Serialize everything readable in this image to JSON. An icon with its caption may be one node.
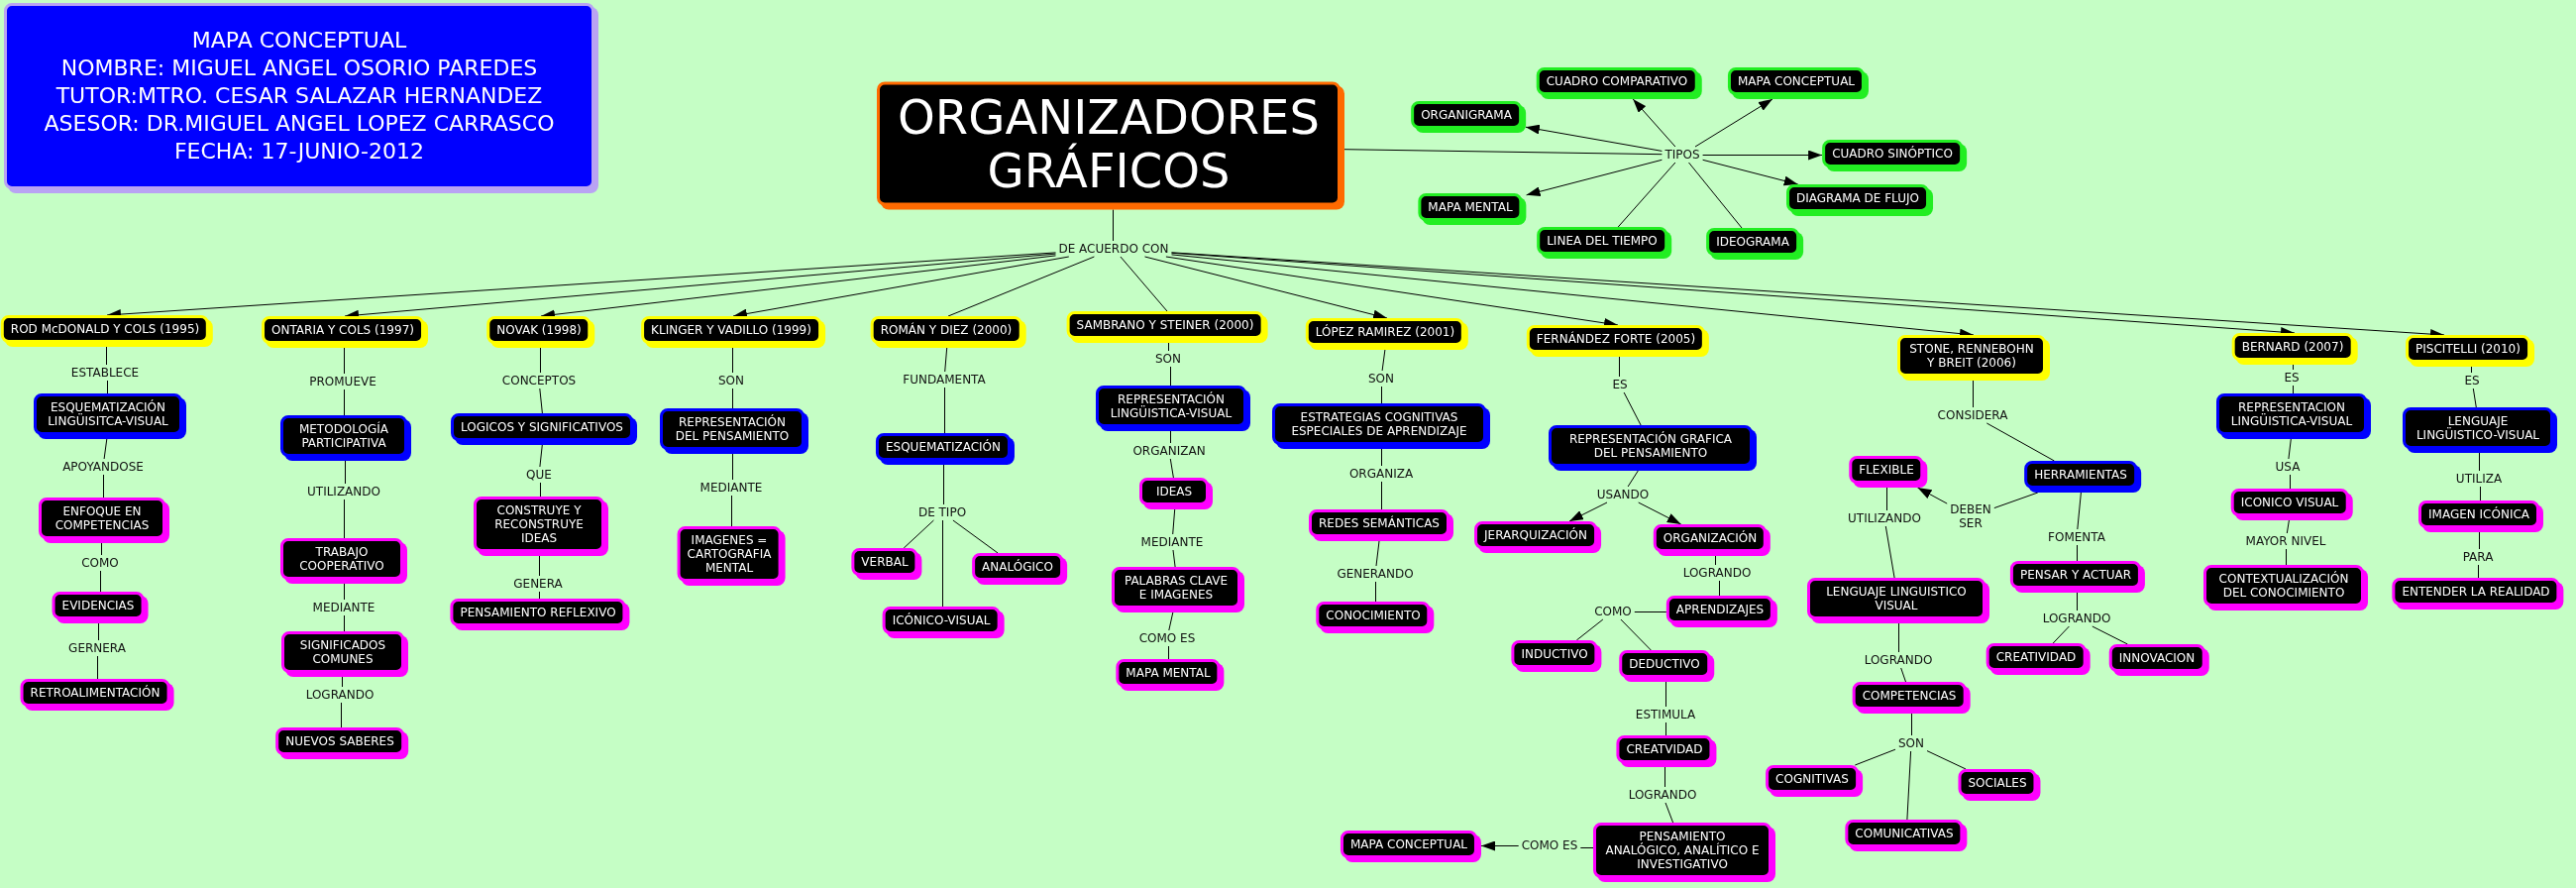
{
  "diagram": {
    "nodes": [
      {
        "text": [
          "MAPA CONCEPTUAL",
          "NOMBRE: MIGUEL ANGEL OSORIO PAREDES",
          "TUTOR:MTRO. CESAR SALAZAR HERNANDEZ",
          "ASESOR: DR.MIGUEL ANGEL LOPEZ CARRASCO",
          "FECHA: 17-JUNIO-2012"
        ]
      },
      {
        "text": [
          "ORGANIZADORES GRÁFICOS"
        ]
      },
      {
        "text": [
          "TIPOS"
        ]
      },
      {
        "text": [
          "CUADRO COMPARATIVO"
        ]
      },
      {
        "text": [
          "MAPA CONCEPTUAL"
        ]
      },
      {
        "text": [
          "ORGANIGRAMA"
        ]
      },
      {
        "text": [
          "CUADRO SINÓPTICO"
        ]
      },
      {
        "text": [
          "DIAGRAMA DE FLUJO"
        ]
      },
      {
        "text": [
          "MAPA MENTAL"
        ]
      },
      {
        "text": [
          "LINEA DEL TIEMPO"
        ]
      },
      {
        "text": [
          "IDEOGRAMA"
        ]
      },
      {
        "text": [
          "DE ACUERDO CON"
        ]
      },
      {
        "text": [
          "ROD McDONALD Y COLS (1995)"
        ]
      },
      {
        "text": [
          "ONTARIA Y COLS (1997)"
        ]
      },
      {
        "text": [
          "NOVAK (1998)"
        ]
      },
      {
        "text": [
          "KLINGER Y VADILLO (1999)"
        ]
      },
      {
        "text": [
          "ROMÁN Y DIEZ (2000)"
        ]
      },
      {
        "text": [
          "SAMBRANO Y STEINER (2000)"
        ]
      },
      {
        "text": [
          "LÓPEZ RAMIREZ (2001)"
        ]
      },
      {
        "text": [
          "FERNÁNDEZ FORTE (2005)"
        ]
      },
      {
        "text": [
          "STONE, RENNEBOHN Y BREIT (2006)"
        ]
      },
      {
        "text": [
          "BERNARD (2007)"
        ]
      },
      {
        "text": [
          "PISCITELLI (2010)"
        ]
      },
      {
        "text": [
          "ESTABLECE"
        ]
      },
      {
        "text": [
          "ESQUEMATIZACIÓN LINGÜISITCA-VISUAL"
        ]
      },
      {
        "text": [
          "APOYANDOSE"
        ]
      },
      {
        "text": [
          "ENFOQUE EN COMPETENCIAS"
        ]
      },
      {
        "text": [
          "COMO"
        ]
      },
      {
        "text": [
          "EVIDENCIAS"
        ]
      },
      {
        "text": [
          "GERNERA"
        ]
      },
      {
        "text": [
          "RETROALIMENTACIÓN"
        ]
      },
      {
        "text": [
          "PROMUEVE"
        ]
      },
      {
        "text": [
          "METODOLOGÍA PARTICIPATIVA"
        ]
      },
      {
        "text": [
          "UTILIZANDO"
        ]
      },
      {
        "text": [
          "TRABAJO COOPERATIVO"
        ]
      },
      {
        "text": [
          "MEDIANTE"
        ]
      },
      {
        "text": [
          "SIGNIFICADOS COMUNES"
        ]
      },
      {
        "text": [
          "LOGRANDO"
        ]
      },
      {
        "text": [
          "NUEVOS SABERES"
        ]
      },
      {
        "text": [
          "CONCEPTOS"
        ]
      },
      {
        "text": [
          "LOGICOS Y SIGNIFICATIVOS"
        ]
      },
      {
        "text": [
          "QUE"
        ]
      },
      {
        "text": [
          "CONSTRUYE Y RECONSTRUYE IDEAS"
        ]
      },
      {
        "text": [
          "GENERA"
        ]
      },
      {
        "text": [
          "PENSAMIENTO REFLEXIVO"
        ]
      },
      {
        "text": [
          "SON"
        ]
      },
      {
        "text": [
          "REPRESENTACIÓN DEL PENSAMIENTO"
        ]
      },
      {
        "text": [
          "MEDIANTE"
        ]
      },
      {
        "text": [
          "IMAGENES = CARTOGRAFIA MENTAL"
        ]
      },
      {
        "text": [
          "FUNDAMENTA"
        ]
      },
      {
        "text": [
          "ESQUEMATIZACIÓN"
        ]
      },
      {
        "text": [
          "DE TIPO"
        ]
      },
      {
        "text": [
          "VERBAL"
        ]
      },
      {
        "text": [
          "ANALÓGICO"
        ]
      },
      {
        "text": [
          "ICÓNICO-VISUAL"
        ]
      },
      {
        "text": [
          "SON"
        ]
      },
      {
        "text": [
          "REPRESENTACIÓN LINGÜISTICA-VISUAL"
        ]
      },
      {
        "text": [
          "ORGANIZAN"
        ]
      },
      {
        "text": [
          "IDEAS"
        ]
      },
      {
        "text": [
          "MEDIANTE"
        ]
      },
      {
        "text": [
          "PALABRAS CLAVE E IMAGENES"
        ]
      },
      {
        "text": [
          "COMO ES"
        ]
      },
      {
        "text": [
          "MAPA MENTAL"
        ]
      },
      {
        "text": [
          "SON"
        ]
      },
      {
        "text": [
          "ESTRATEGIAS COGNITIVAS ESPECIALES DE APRENDIZAJE"
        ]
      },
      {
        "text": [
          "ORGANIZA"
        ]
      },
      {
        "text": [
          "REDES SEMÁNTICAS"
        ]
      },
      {
        "text": [
          "GENERANDO"
        ]
      },
      {
        "text": [
          "CONOCIMIENTO"
        ]
      },
      {
        "text": [
          "ES"
        ]
      },
      {
        "text": [
          "REPRESENTACIÓN GRAFICA DEL PENSAMIENTO"
        ]
      },
      {
        "text": [
          "USANDO"
        ]
      },
      {
        "text": [
          "JERARQUIZACIÓN"
        ]
      },
      {
        "text": [
          "ORGANIZACIÓN"
        ]
      },
      {
        "text": [
          "LOGRANDO"
        ]
      },
      {
        "text": [
          "APRENDIZAJES"
        ]
      },
      {
        "text": [
          "COMO"
        ]
      },
      {
        "text": [
          "INDUCTIVO"
        ]
      },
      {
        "text": [
          "DEDUCTIVO"
        ]
      },
      {
        "text": [
          "ESTIMULA"
        ]
      },
      {
        "text": [
          "CREATVIDAD"
        ]
      },
      {
        "text": [
          "LOGRANDO"
        ]
      },
      {
        "text": [
          "PENSAMIENTO ANALÓGICO, ANALÍTICO E INVESTIGATIVO"
        ]
      },
      {
        "text": [
          "COMO ES"
        ]
      },
      {
        "text": [
          "MAPA CONCEPTUAL"
        ]
      },
      {
        "text": [
          "CONSIDERA"
        ]
      },
      {
        "text": [
          "HERRAMIENTAS"
        ]
      },
      {
        "text": [
          "DEBEN SER"
        ]
      },
      {
        "text": [
          "FLEXIBLE"
        ]
      },
      {
        "text": [
          "UTILIZANDO"
        ]
      },
      {
        "text": [
          "LENGUAJE LINGUISTICO VISUAL"
        ]
      },
      {
        "text": [
          "LOGRANDO"
        ]
      },
      {
        "text": [
          "COMPETENCIAS"
        ]
      },
      {
        "text": [
          "SON"
        ]
      },
      {
        "text": [
          "COGNITIVAS"
        ]
      },
      {
        "text": [
          "SOCIALES"
        ]
      },
      {
        "text": [
          "COMUNICATIVAS"
        ]
      },
      {
        "text": [
          "FOMENTA"
        ]
      },
      {
        "text": [
          "PENSAR Y ACTUAR"
        ]
      },
      {
        "text": [
          "LOGRANDO"
        ]
      },
      {
        "text": [
          "CREATIVIDAD"
        ]
      },
      {
        "text": [
          "INNOVACION"
        ]
      },
      {
        "text": [
          "ES"
        ]
      },
      {
        "text": [
          "REPRESENTACION LINGÜISTICA-VISUAL"
        ]
      },
      {
        "text": [
          "USA"
        ]
      },
      {
        "text": [
          "ICONICO VISUAL"
        ]
      },
      {
        "text": [
          "MAYOR NIVEL"
        ]
      },
      {
        "text": [
          "CONTEXTUALIZACIÓN DEL CONOCIMIENTO"
        ]
      },
      {
        "text": [
          "ES"
        ]
      },
      {
        "text": [
          "LENGUAJE LINGÜISTICO-VISUAL"
        ]
      },
      {
        "text": [
          "UTILIZA"
        ]
      },
      {
        "text": [
          "IMAGEN ICÓNICA"
        ]
      },
      {
        "text": [
          "PARA"
        ]
      },
      {
        "text": [
          "ENTENDER LA REALIDAD"
        ]
      }
    ],
    "edges": [
      {
        "from": 1,
        "to": 2,
        "arrow": "none"
      },
      {
        "from": 2,
        "to": 3,
        "arrow": "to"
      },
      {
        "from": 2,
        "to": 4,
        "arrow": "to"
      },
      {
        "from": 2,
        "to": 5,
        "arrow": "to"
      },
      {
        "from": 2,
        "to": 6,
        "arrow": "to"
      },
      {
        "from": 2,
        "to": 7,
        "arrow": "to"
      },
      {
        "from": 2,
        "to": 8,
        "arrow": "to"
      },
      {
        "from": 2,
        "to": 9,
        "arrow": "none"
      },
      {
        "from": 2,
        "to": 10,
        "arrow": "none"
      },
      {
        "from": 1,
        "to": 11,
        "arrow": "none"
      },
      {
        "from": 11,
        "to": 12,
        "arrow": "to"
      },
      {
        "from": 11,
        "to": 13,
        "arrow": "to"
      },
      {
        "from": 11,
        "to": 14,
        "arrow": "to"
      },
      {
        "from": 11,
        "to": 15,
        "arrow": "to"
      },
      {
        "from": 11,
        "to": 16,
        "arrow": "none"
      },
      {
        "from": 11,
        "to": 17,
        "arrow": "none"
      },
      {
        "from": 11,
        "to": 18,
        "arrow": "to"
      },
      {
        "from": 11,
        "to": 19,
        "arrow": "to"
      },
      {
        "from": 11,
        "to": 20,
        "arrow": "to"
      },
      {
        "from": 11,
        "to": 21,
        "arrow": "to"
      },
      {
        "from": 11,
        "to": 22,
        "arrow": "to"
      },
      {
        "from": 12,
        "to": 23,
        "arrow": "none"
      },
      {
        "from": 23,
        "to": 24,
        "arrow": "none"
      },
      {
        "from": 24,
        "to": 25,
        "arrow": "none"
      },
      {
        "from": 25,
        "to": 26,
        "arrow": "none"
      },
      {
        "from": 26,
        "to": 27,
        "arrow": "none"
      },
      {
        "from": 27,
        "to": 28,
        "arrow": "none"
      },
      {
        "from": 28,
        "to": 29,
        "arrow": "none"
      },
      {
        "from": 29,
        "to": 30,
        "arrow": "none"
      },
      {
        "from": 13,
        "to": 31,
        "arrow": "none"
      },
      {
        "from": 31,
        "to": 32,
        "arrow": "none"
      },
      {
        "from": 32,
        "to": 33,
        "arrow": "none"
      },
      {
        "from": 33,
        "to": 34,
        "arrow": "none"
      },
      {
        "from": 34,
        "to": 35,
        "arrow": "none"
      },
      {
        "from": 35,
        "to": 36,
        "arrow": "none"
      },
      {
        "from": 36,
        "to": 37,
        "arrow": "none"
      },
      {
        "from": 37,
        "to": 38,
        "arrow": "none"
      },
      {
        "from": 14,
        "to": 39,
        "arrow": "none"
      },
      {
        "from": 39,
        "to": 40,
        "arrow": "none"
      },
      {
        "from": 40,
        "to": 41,
        "arrow": "none"
      },
      {
        "from": 41,
        "to": 42,
        "arrow": "none"
      },
      {
        "from": 42,
        "to": 43,
        "arrow": "none"
      },
      {
        "from": 43,
        "to": 44,
        "arrow": "none"
      },
      {
        "from": 15,
        "to": 45,
        "arrow": "none"
      },
      {
        "from": 45,
        "to": 46,
        "arrow": "none"
      },
      {
        "from": 46,
        "to": 47,
        "arrow": "none"
      },
      {
        "from": 47,
        "to": 48,
        "arrow": "none"
      },
      {
        "from": 16,
        "to": 49,
        "arrow": "none"
      },
      {
        "from": 49,
        "to": 50,
        "arrow": "none"
      },
      {
        "from": 50,
        "to": 51,
        "arrow": "none"
      },
      {
        "from": 51,
        "to": 52,
        "arrow": "none"
      },
      {
        "from": 51,
        "to": 53,
        "arrow": "none"
      },
      {
        "from": 51,
        "to": 54,
        "arrow": "none"
      },
      {
        "from": 17,
        "to": 55,
        "arrow": "none"
      },
      {
        "from": 55,
        "to": 56,
        "arrow": "none"
      },
      {
        "from": 56,
        "to": 57,
        "arrow": "none"
      },
      {
        "from": 57,
        "to": 58,
        "arrow": "none"
      },
      {
        "from": 58,
        "to": 59,
        "arrow": "none"
      },
      {
        "from": 59,
        "to": 60,
        "arrow": "none"
      },
      {
        "from": 60,
        "to": 61,
        "arrow": "none"
      },
      {
        "from": 61,
        "to": 62,
        "arrow": "none"
      },
      {
        "from": 18,
        "to": 63,
        "arrow": "none"
      },
      {
        "from": 63,
        "to": 64,
        "arrow": "none"
      },
      {
        "from": 64,
        "to": 65,
        "arrow": "none"
      },
      {
        "from": 65,
        "to": 66,
        "arrow": "none"
      },
      {
        "from": 66,
        "to": 67,
        "arrow": "none"
      },
      {
        "from": 67,
        "to": 68,
        "arrow": "none"
      },
      {
        "from": 19,
        "to": 69,
        "arrow": "none"
      },
      {
        "from": 69,
        "to": 70,
        "arrow": "none"
      },
      {
        "from": 70,
        "to": 71,
        "arrow": "none"
      },
      {
        "from": 71,
        "to": 72,
        "arrow": "to"
      },
      {
        "from": 71,
        "to": 73,
        "arrow": "to"
      },
      {
        "from": 73,
        "to": 74,
        "arrow": "none"
      },
      {
        "from": 74,
        "to": 75,
        "arrow": "none"
      },
      {
        "from": 75,
        "to": 76,
        "arrow": "none"
      },
      {
        "from": 76,
        "to": 77,
        "arrow": "none"
      },
      {
        "from": 76,
        "to": 78,
        "arrow": "none"
      },
      {
        "from": 78,
        "to": 79,
        "arrow": "none"
      },
      {
        "from": 79,
        "to": 80,
        "arrow": "none"
      },
      {
        "from": 80,
        "to": 81,
        "arrow": "none"
      },
      {
        "from": 81,
        "to": 82,
        "arrow": "none"
      },
      {
        "from": 82,
        "to": 83,
        "arrow": "none"
      },
      {
        "from": 83,
        "to": 84,
        "arrow": "to"
      },
      {
        "from": 20,
        "to": 85,
        "arrow": "none"
      },
      {
        "from": 85,
        "to": 86,
        "arrow": "none"
      },
      {
        "from": 86,
        "to": 87,
        "arrow": "none"
      },
      {
        "from": 87,
        "to": 88,
        "arrow": "to"
      },
      {
        "from": 88,
        "to": 89,
        "arrow": "none"
      },
      {
        "from": 89,
        "to": 90,
        "arrow": "none"
      },
      {
        "from": 90,
        "to": 91,
        "arrow": "none"
      },
      {
        "from": 91,
        "to": 92,
        "arrow": "none"
      },
      {
        "from": 92,
        "to": 93,
        "arrow": "none"
      },
      {
        "from": 93,
        "to": 94,
        "arrow": "none"
      },
      {
        "from": 93,
        "to": 95,
        "arrow": "none"
      },
      {
        "from": 93,
        "to": 96,
        "arrow": "none"
      },
      {
        "from": 86,
        "to": 97,
        "arrow": "none"
      },
      {
        "from": 97,
        "to": 98,
        "arrow": "none"
      },
      {
        "from": 98,
        "to": 99,
        "arrow": "none"
      },
      {
        "from": 99,
        "to": 100,
        "arrow": "none"
      },
      {
        "from": 99,
        "to": 101,
        "arrow": "none"
      },
      {
        "from": 21,
        "to": 102,
        "arrow": "none"
      },
      {
        "from": 102,
        "to": 103,
        "arrow": "none"
      },
      {
        "from": 103,
        "to": 104,
        "arrow": "none"
      },
      {
        "from": 104,
        "to": 105,
        "arrow": "none"
      },
      {
        "from": 105,
        "to": 106,
        "arrow": "none"
      },
      {
        "from": 106,
        "to": 107,
        "arrow": "none"
      },
      {
        "from": 22,
        "to": 108,
        "arrow": "none"
      },
      {
        "from": 108,
        "to": 109,
        "arrow": "none"
      },
      {
        "from": 109,
        "to": 110,
        "arrow": "none"
      },
      {
        "from": 110,
        "to": 111,
        "arrow": "none"
      },
      {
        "from": 111,
        "to": 112,
        "arrow": "none"
      },
      {
        "from": 112,
        "to": 113,
        "arrow": "none"
      }
    ]
  }
}
